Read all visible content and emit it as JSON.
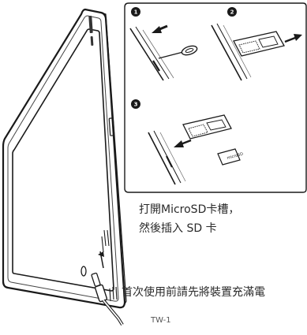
{
  "steps": [
    "1",
    "2",
    "3"
  ],
  "instruction_line_1": "打開MicroSD卡槽，",
  "instruction_line_2": "然後插入 SD 卡",
  "charge_note": "首次使用前請先將裝置充滿電",
  "card_label": "microSD",
  "model_code": "TW-1",
  "icons": [
    "tablet-outline",
    "sim-eject-pin",
    "card-tray",
    "microsd-card",
    "arrow-left",
    "arrow-right",
    "usb-c-cable",
    "arrow-up"
  ]
}
